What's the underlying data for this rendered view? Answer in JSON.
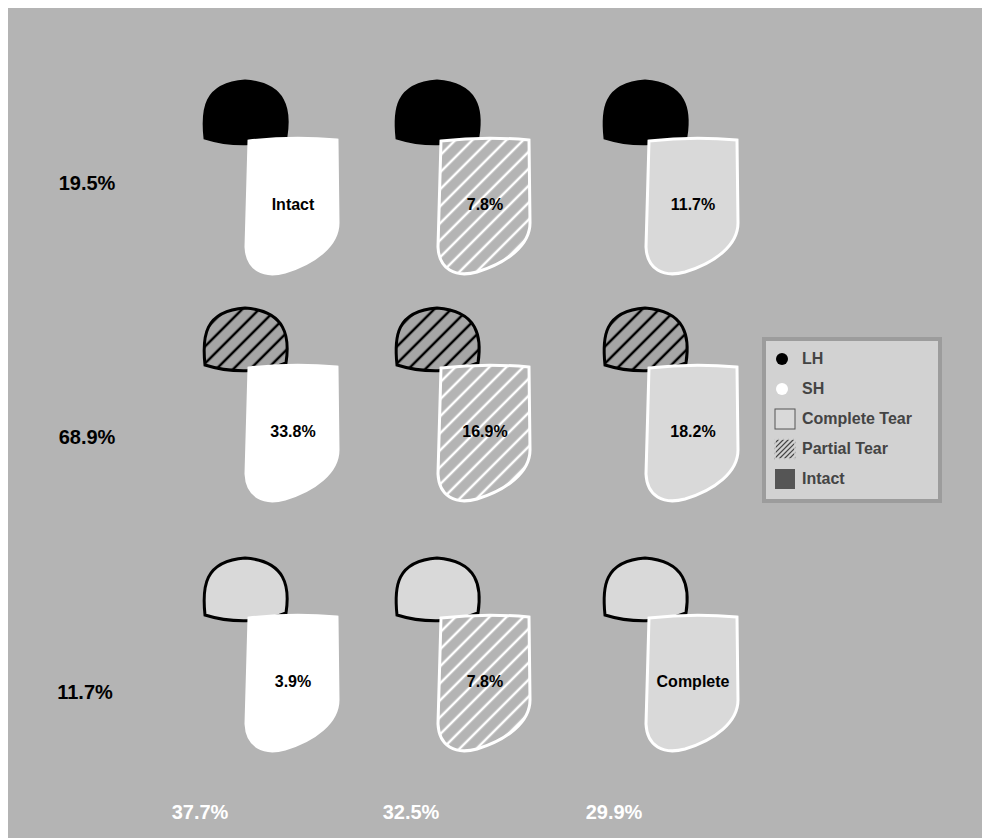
{
  "diagram": {
    "nodes": [
      {
        "text": [
          "Intact"
        ]
      },
      {
        "text": [
          "7.8%"
        ]
      },
      {
        "text": [
          "11.7%"
        ]
      },
      {
        "text": [
          "33.8%"
        ]
      },
      {
        "text": [
          "16.9%"
        ]
      },
      {
        "text": [
          "18.2%"
        ]
      },
      {
        "text": [
          "3.9%"
        ]
      },
      {
        "text": [
          "7.8%"
        ]
      },
      {
        "text": [
          "Complete"
        ]
      }
    ],
    "labels": [
      "19.5%",
      "68.9%",
      "11.7%",
      "37.7%",
      "32.5%",
      "29.9%"
    ],
    "legend": [
      {
        "text": "LH",
        "color": "#000000"
      },
      {
        "text": "SH",
        "color": "#ffffff"
      },
      {
        "text": "Complete Tear",
        "color": "#d9d9d9"
      },
      {
        "text": "Partial Tear"
      },
      {
        "text": "Intact",
        "color": "#555555"
      }
    ]
  }
}
